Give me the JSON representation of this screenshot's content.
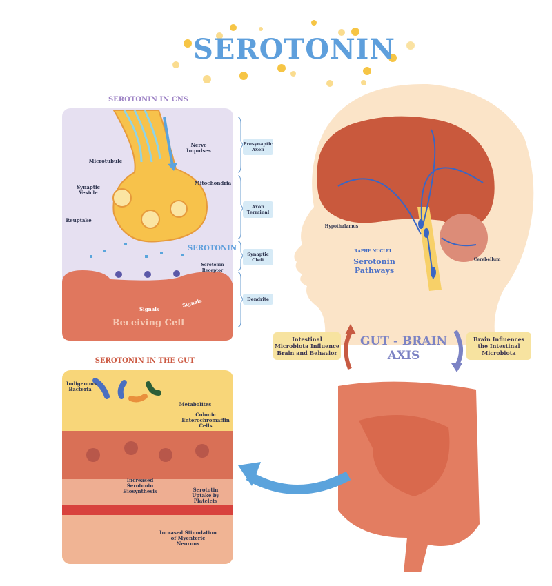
{
  "title": "SEROTONIN",
  "cns": {
    "heading": "SEROTONIN IN CNS",
    "labels": {
      "nerve_impulses": "Nerve Impulses",
      "microtubule": "Microtubule",
      "synaptic_vesicle": "Synaptic Vesicle",
      "mitochondria": "Mitochondria",
      "reuptake": "Reuptake",
      "serotonin": "SEROTONIN",
      "serotonin_receptor": "Serotonin Receptor",
      "signals_1": "Signals",
      "signals_2": "Signals",
      "receiving_cell": "Receiving Cell"
    },
    "side_labels": [
      "Presynaptic Axon",
      "Axon Terminal",
      "Synaptic Cleft",
      "Dendrite"
    ]
  },
  "brain": {
    "hypothalamus": "Hypothalamus",
    "raphe_nuclei": "RAPHE NUCLEI",
    "pathways": "Serotonin Pathways",
    "cerebellum": "Cerebellum"
  },
  "axis": {
    "title": "GUT - BRAIN AXIS",
    "left_box": "Intestinal Microbiota Influence Brain and Behavior",
    "right_box": "Brain Influences the Intestinal Microbiota"
  },
  "gut": {
    "heading": "SEROTONIN IN THE GUT",
    "labels": {
      "bacteria": "Indigenous Bacteria",
      "metabolites": "Metabolites",
      "ec_cells": "Colonic Enterochromaffin Cells",
      "biosynthesis": "Increased Serotonin Biosynthesis",
      "platelets": "Serototin Uptake by Platelets",
      "neurons": "Incrased Stimulation of Myenteric Neurons"
    }
  },
  "colors": {
    "title": "#5e9fdc",
    "cns_heading": "#9f85c6",
    "gut_heading": "#cc5a43",
    "axis": "#7c83c4"
  }
}
